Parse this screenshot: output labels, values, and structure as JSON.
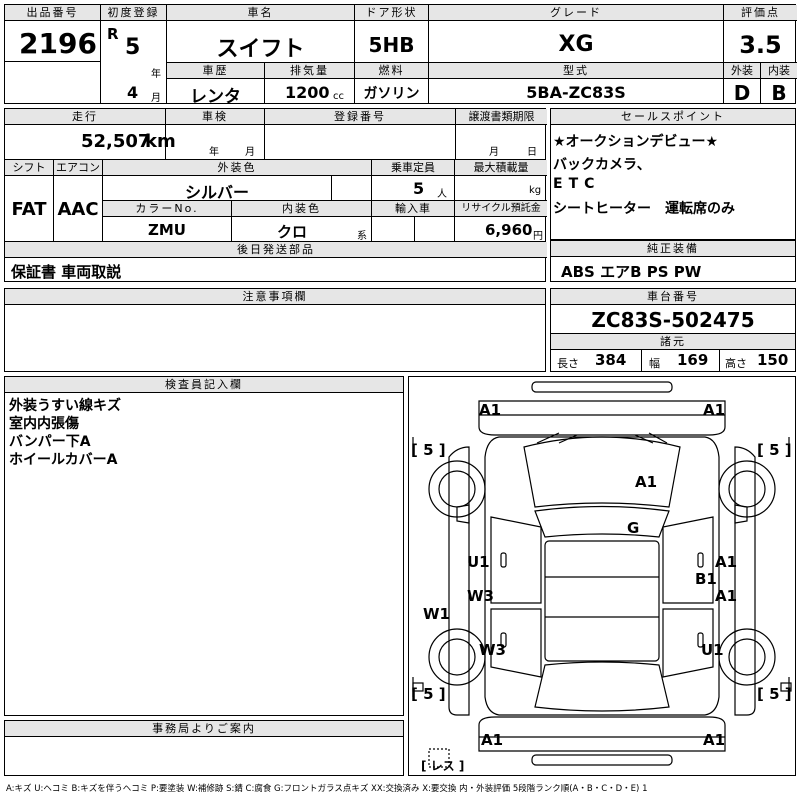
{
  "header": {
    "lot_label": "出品番号",
    "lot_no": "2196",
    "first_reg_label": "初度登録",
    "era": "R",
    "year": "5",
    "year_unit": "年",
    "month": "4",
    "month_unit": "月",
    "car_name_label": "車名",
    "car_name": "スイフト",
    "door_label": "ドア形状",
    "door": "5HB",
    "grade_label": "グレード",
    "grade": "XG",
    "score_label": "評価点",
    "score": "3.5",
    "ext_label": "外装",
    "ext": "D",
    "int_label": "内装",
    "int": "B",
    "history_label": "車歴",
    "history": "レンタ",
    "displacement_label": "排気量",
    "displacement": "1200",
    "cc": "cc",
    "fuel_label": "燃料",
    "fuel": "ガソリン",
    "model_label": "型式",
    "model": "5BA-ZC83S"
  },
  "row2": {
    "mileage_label": "走行",
    "mileage": "52,507",
    "km": "km",
    "inspection_label": "車検",
    "insp_year": "年",
    "insp_month": "月",
    "regno_label": "登録番号",
    "transfer_label": "譲渡書類期限",
    "tr_month": "月",
    "tr_day": "日",
    "shift_label": "シフト",
    "shift": "FAT",
    "ac_label": "エアコン",
    "ac": "AAC",
    "color_label": "外装色",
    "color": "シルバー",
    "capacity_label": "乗車定員",
    "capacity": "5",
    "capacity_unit": "人",
    "load_label": "最大積載量",
    "load_unit": "kg",
    "colorno_label": "カラーNo.",
    "colorno": "ZMU",
    "interior_label": "内装色",
    "interior": "クロ",
    "interior_unit": "系",
    "import_label": "輸入車",
    "recycle_label": "リサイクル預託金",
    "recycle": "6,960",
    "recycle_unit": "円",
    "later_label": "後日発送部品",
    "later": "保証書 車両取説"
  },
  "sales": {
    "label": "セールスポイント",
    "lines": [
      "★オークションデビュー★",
      "バックカメラ、",
      "ETC",
      "シートヒーター　運転席のみ"
    ]
  },
  "equip": {
    "label": "純正装備",
    "value": "ABS エアB PS PW"
  },
  "notes": {
    "label": "注意事項欄"
  },
  "chassis": {
    "label": "車台番号",
    "value": "ZC83S-502475"
  },
  "specs": {
    "label": "諸元",
    "len_label": "長さ",
    "len": "384",
    "wid_label": "幅",
    "wid": "169",
    "hei_label": "高さ",
    "hei": "150"
  },
  "inspector": {
    "label": "検査員記入欄",
    "lines": [
      "外装うすい線キズ",
      "室内内張傷",
      "バンパー下A",
      "ホイールカバーA"
    ]
  },
  "office": {
    "label": "事務局よりご案内"
  },
  "diagram": {
    "a1_fl": "A1",
    "a1_fr": "A1",
    "a1_hood": "A1",
    "g": "G",
    "u1_l": "U1",
    "a1_r1": "A1",
    "b1": "B1",
    "w3_l1": "W3",
    "a1_r2": "A1",
    "w1": "W1",
    "w3_l2": "W3",
    "u1_r": "U1",
    "a1_rl": "A1",
    "a1_rr": "A1",
    "tire_fl": "[ 5 ]",
    "tire_fr": "[ 5 ]",
    "tire_rl": "[ 5 ]",
    "tire_rr": "[ 5 ]",
    "les": "[ レス ]"
  },
  "legend": "A:キズ U:ヘコミ B:キズを伴うヘコミ P:要塗装 W:補修跡 S:錆 C:腐食 G:フロントガラス点キズ XX:交換済み X:要交換 内・外装評価 5段階ランク順(A・B・C・D・E) 1"
}
